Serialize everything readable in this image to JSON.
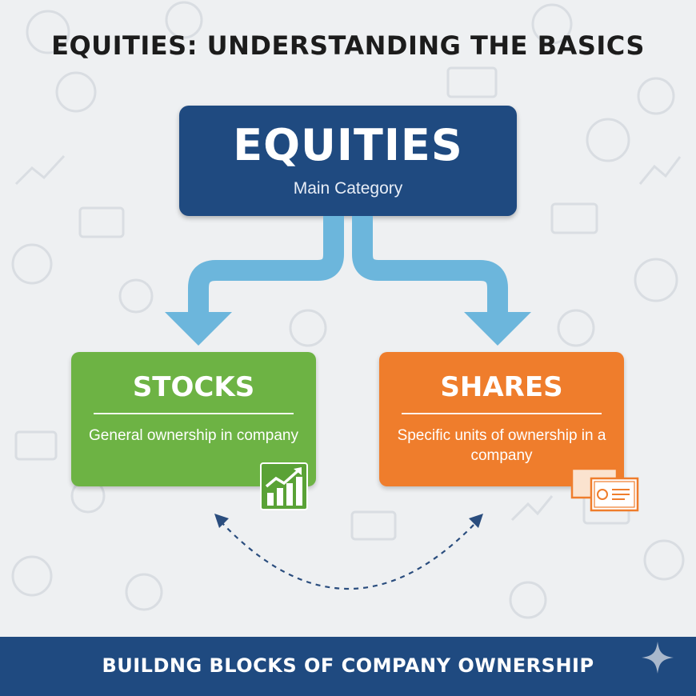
{
  "title": "EQUITIES: UNDERSTANDING THE BASICS",
  "main": {
    "heading": "EQUITIES",
    "subtitle": "Main Category",
    "color": "#1f4a80"
  },
  "cards": {
    "stocks": {
      "title": "STOCKS",
      "description": "General ownership in company",
      "color": "#6db344",
      "icon": "growth-chart-icon"
    },
    "shares": {
      "title": "SHARES",
      "description": "Specific units of ownership in a company",
      "color": "#ef7d2c",
      "icon": "certificate-icon"
    }
  },
  "connector": {
    "arrow_color": "#6cb6dc",
    "relation_arc": "dashed-bidirectional"
  },
  "footer": {
    "text": "BUILDNG BLOCKS OF COMPANY OWNERSHIP",
    "color": "#1f4a80",
    "icon": "sparkle-icon"
  }
}
